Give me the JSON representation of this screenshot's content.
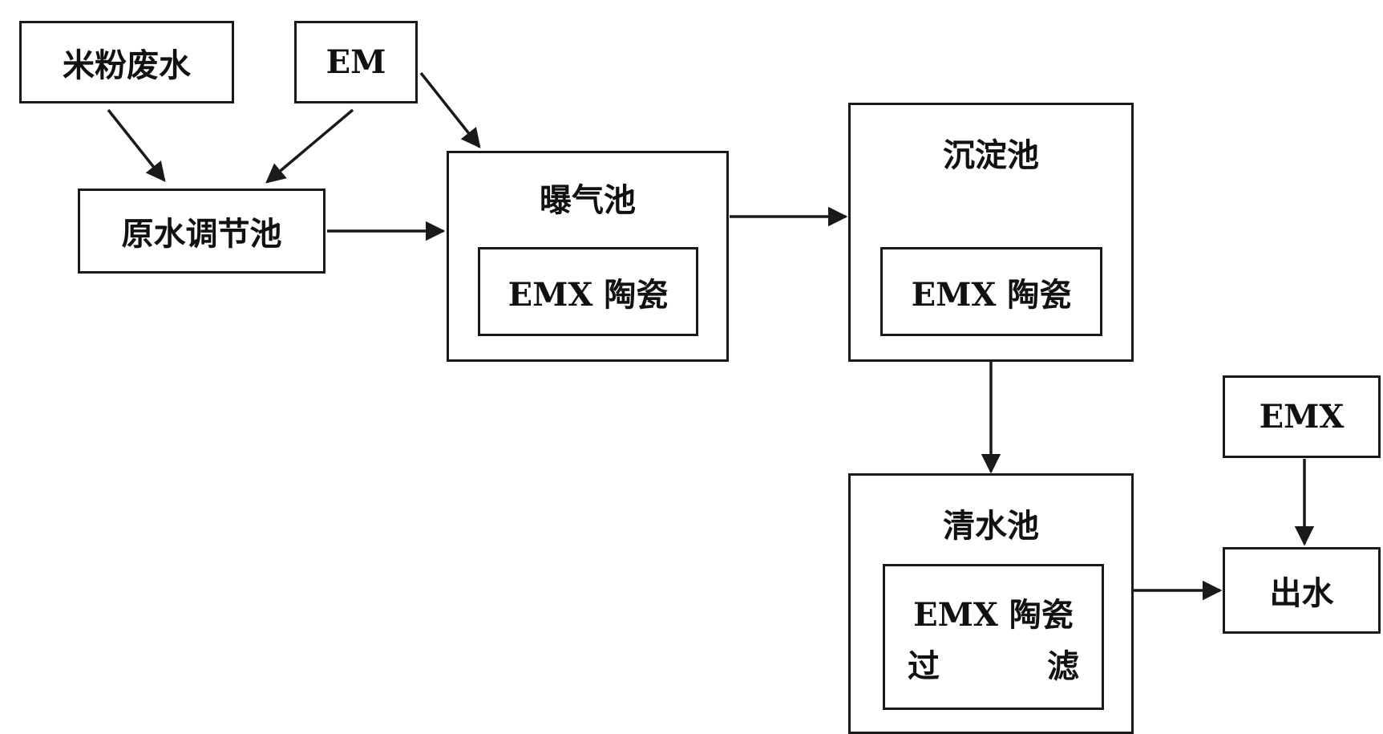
{
  "nodes": {
    "rice_wastewater": "米粉废水",
    "em": "EM",
    "raw_tank": "原水调节池",
    "aeration_tank": "曝气池",
    "aeration_media": "EMX 陶瓷",
    "settling_tank": "沉淀池",
    "settling_media": "EMX 陶瓷",
    "clear_tank": "清水池",
    "clear_media_line1": "EMX 陶瓷",
    "clear_media_line2_left": "过",
    "clear_media_line2_right": "滤",
    "emx": "EMX",
    "outlet": "出水"
  }
}
